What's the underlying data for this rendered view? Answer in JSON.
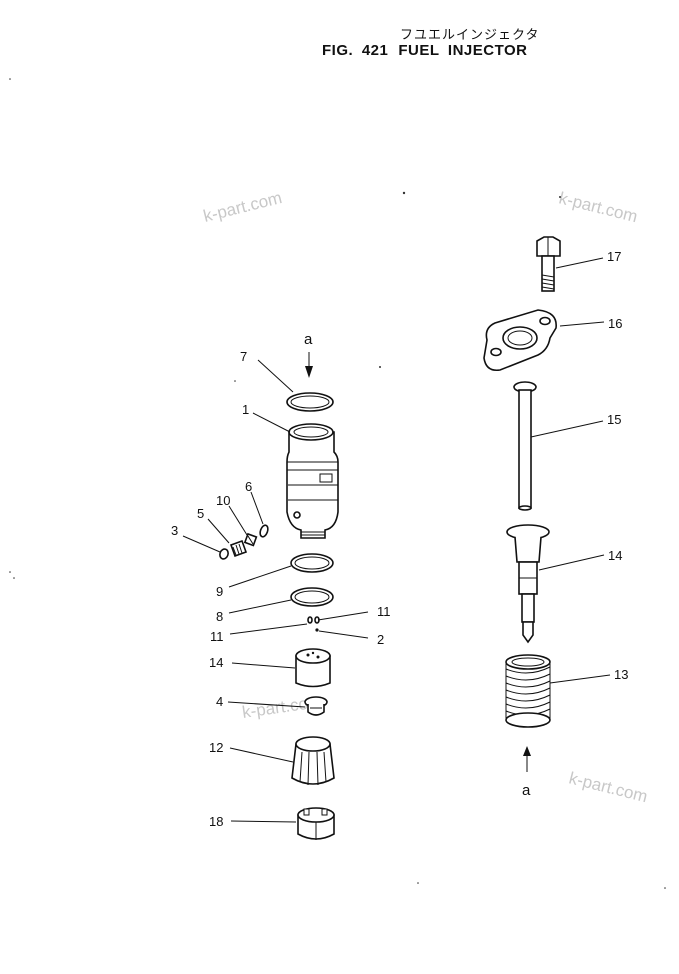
{
  "title": {
    "japanese": "フユエルインジェクタ",
    "figure": "FIG. 421",
    "name": "FUEL INJECTOR"
  },
  "watermark": "k-part.com",
  "view_marker": "a",
  "callouts": [
    {
      "id": "c7",
      "text": "7"
    },
    {
      "id": "c1",
      "text": "1"
    },
    {
      "id": "c6",
      "text": "6"
    },
    {
      "id": "c10",
      "text": "10"
    },
    {
      "id": "c5",
      "text": "5"
    },
    {
      "id": "c3",
      "text": "3"
    },
    {
      "id": "c9",
      "text": "9"
    },
    {
      "id": "c8",
      "text": "8"
    },
    {
      "id": "c11a",
      "text": "11"
    },
    {
      "id": "c11b",
      "text": "11"
    },
    {
      "id": "c2",
      "text": "2"
    },
    {
      "id": "c14a",
      "text": "14"
    },
    {
      "id": "c4",
      "text": "4"
    },
    {
      "id": "c12",
      "text": "12"
    },
    {
      "id": "c18",
      "text": "18"
    },
    {
      "id": "c17",
      "text": "17"
    },
    {
      "id": "c16",
      "text": "16"
    },
    {
      "id": "c15",
      "text": "15"
    },
    {
      "id": "c14b",
      "text": "14"
    },
    {
      "id": "c13",
      "text": "13"
    }
  ]
}
